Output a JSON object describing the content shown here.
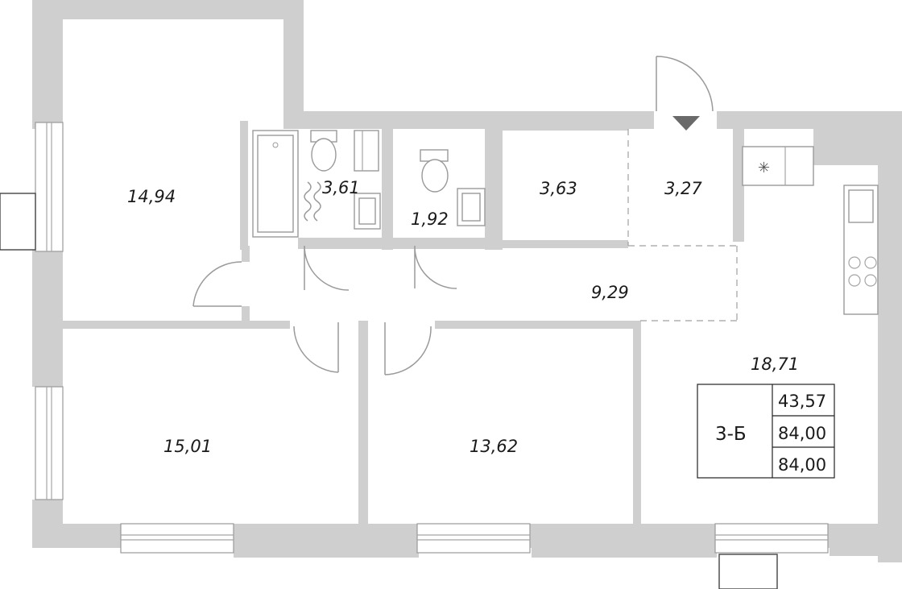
{
  "rooms": {
    "bedroom_top_left": "14,94",
    "bathroom": "3,61",
    "toilet": "1,92",
    "storage": "3,63",
    "entry_hall": "3,27",
    "corridor": "9,29",
    "bedroom_bottom_left": "15,01",
    "bedroom_bottom_middle": "13,62",
    "kitchen_living": "18,71"
  },
  "summary": {
    "apartment_type": "3-Б",
    "living_area": "43,57",
    "total_area": "84,00",
    "total_area_with_balcony": "84,00"
  },
  "colors": {
    "wall": "#cfcfcf",
    "line": "#9a9a9a",
    "text": "#1a1a1a",
    "background": "#ffffff"
  }
}
